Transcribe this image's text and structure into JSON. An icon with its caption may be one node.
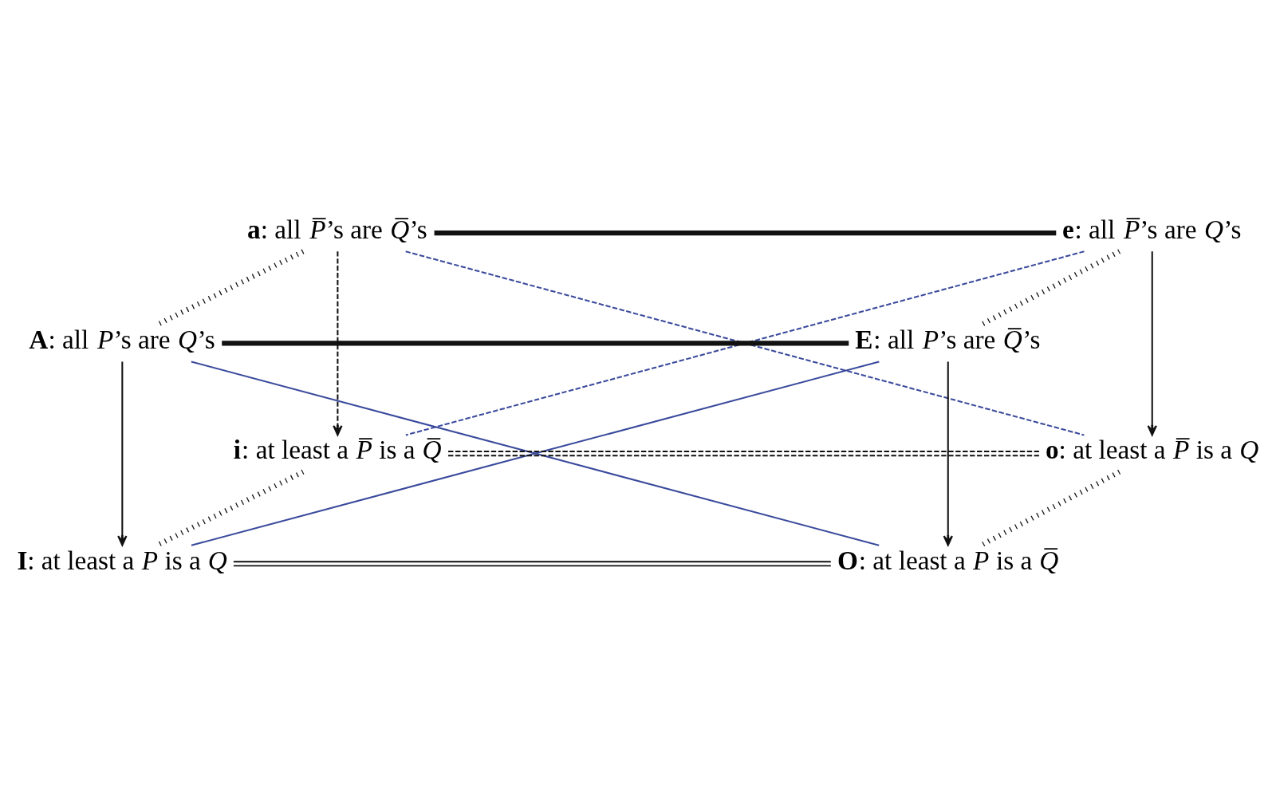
{
  "diagram": {
    "nodes": [
      {
        "text": [
          "**a**: all *P̅*’s are *Q̅*’s"
        ]
      },
      {
        "text": [
          "**e**: all *P̅*’s are *Q*’s"
        ]
      },
      {
        "text": [
          "**A**: all *P*’s are *Q*’s"
        ]
      },
      {
        "text": [
          "**E**: all *P*’s are *Q̅*’s"
        ]
      },
      {
        "text": [
          "**i**: at least a *P̅* is a *Q̅*"
        ]
      },
      {
        "text": [
          "**o**: at least a *P̅* is a *Q*"
        ]
      },
      {
        "text": [
          "**I**: at least a *P* is a *Q*"
        ]
      },
      {
        "text": [
          "**O**: at least a *P* is a *Q̅*"
        ]
      }
    ],
    "edges": [
      {
        "from": 0,
        "to": 1,
        "arrow": "none",
        "style": "thick"
      },
      {
        "from": 2,
        "to": 3,
        "arrow": "none",
        "style": "thick"
      },
      {
        "from": 4,
        "to": 5,
        "arrow": "none",
        "style": "dashed"
      },
      {
        "from": 6,
        "to": 7,
        "arrow": "none"
      },
      {
        "from": 0,
        "to": 2,
        "arrow": "none",
        "style": "dashed"
      },
      {
        "from": 0,
        "to": 4,
        "arrow": "to",
        "style": "dashed"
      },
      {
        "from": 0,
        "to": 5,
        "arrow": "none",
        "style": "dashed",
        "color": "#3a4a9c"
      },
      {
        "from": 1,
        "to": 4,
        "arrow": "none",
        "style": "dashed",
        "color": "#3a4a9c"
      },
      {
        "from": 1,
        "to": 3,
        "arrow": "none",
        "style": "dashed"
      },
      {
        "from": 1,
        "to": 5,
        "arrow": "to"
      },
      {
        "from": 2,
        "to": 6,
        "arrow": "to"
      },
      {
        "from": 2,
        "to": 7,
        "arrow": "none",
        "color": "#3a4a9c"
      },
      {
        "from": 3,
        "to": 6,
        "arrow": "none",
        "color": "#3a4a9c"
      },
      {
        "from": 3,
        "to": 7,
        "arrow": "to"
      },
      {
        "from": 4,
        "to": 6,
        "arrow": "none",
        "style": "dashed"
      },
      {
        "from": 5,
        "to": 7,
        "arrow": "none",
        "style": "dashed"
      }
    ]
  }
}
